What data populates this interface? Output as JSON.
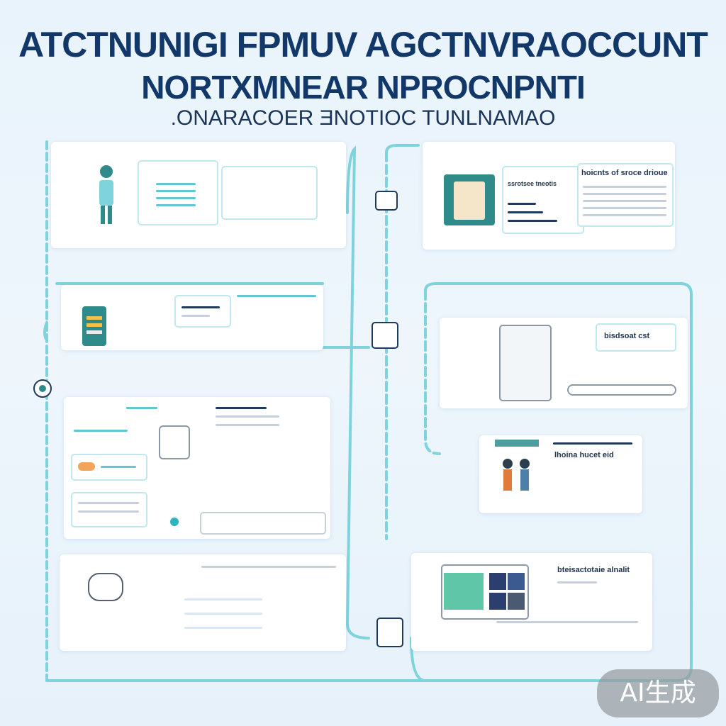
{
  "header": {
    "title_line1": "ATCTNUNIGI FPMUV AGCTNVRAOCCUNT",
    "title_line2": "NORTXMNEAR NPROCNPNTI",
    "subtitle": ".ONARACOER ƎNOTIOC TUNLNAMAO"
  },
  "panels": {
    "top_right_card_label": "hoicnts of sroce drioue",
    "top_right_inner_label": "ssrotsee tneotis",
    "mid_right_label": "bisdsoat cst",
    "lower_right_label": "lhoina hucet eid",
    "bottom_right_label": "bteisactotaie alnalit"
  },
  "badge": {
    "text": "AI生成"
  },
  "colors": {
    "title": "#12386a",
    "connector": "#7fd3dc",
    "accent": "#5fc6d2",
    "teal": "#2f8b8a"
  }
}
